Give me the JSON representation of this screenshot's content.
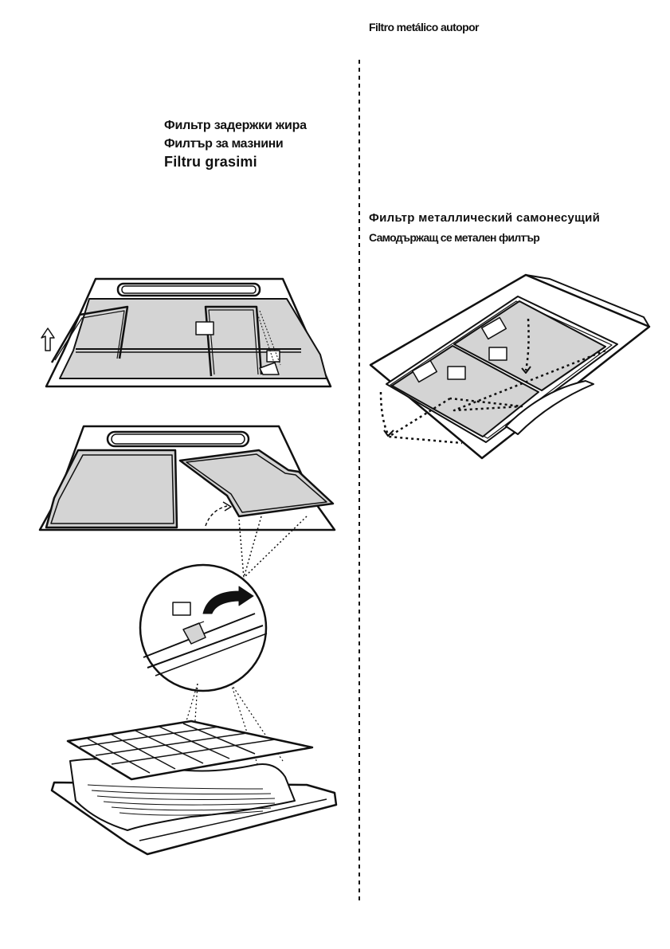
{
  "header": {
    "title": "Filtro metálico autopor"
  },
  "grease_filter": {
    "title_ru": "Фильтр задержки жира",
    "title_bg": "Филтър за мазнини",
    "title_ro": "Filtru grasimi"
  },
  "metal_filter": {
    "title_ru": "Фильтр металлический самонесущий",
    "title_bg": "Самодържащ се метален филтър"
  },
  "colors": {
    "ink": "#111111",
    "filter_fill": "#d4d4d4",
    "paper": "#ffffff"
  }
}
